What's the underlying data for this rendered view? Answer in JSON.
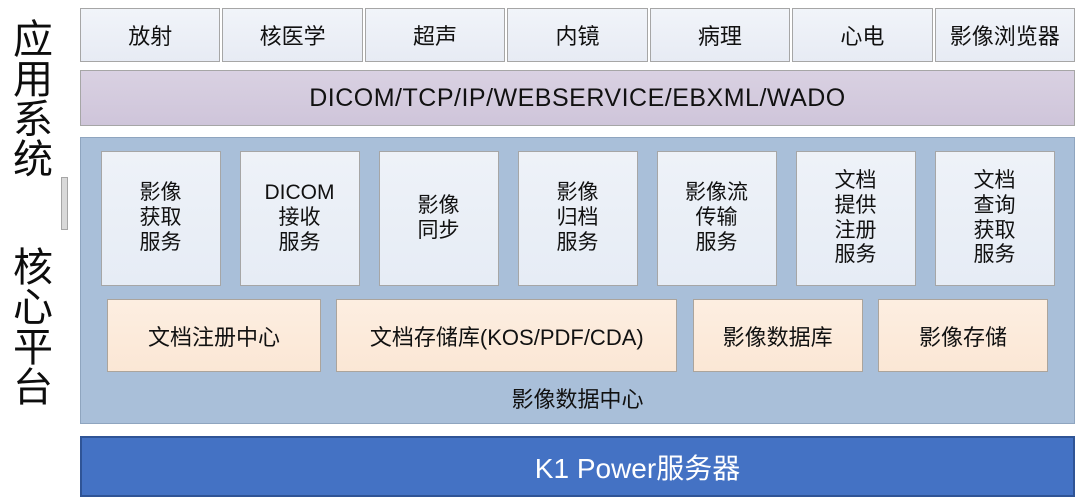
{
  "side_labels": {
    "top": "应用系统",
    "bottom": "核心平台"
  },
  "application_systems": {
    "items": [
      {
        "label": "放射"
      },
      {
        "label": "核医学"
      },
      {
        "label": "超声"
      },
      {
        "label": "内镜"
      },
      {
        "label": "病理"
      },
      {
        "label": "心电"
      },
      {
        "label": "影像浏览器"
      }
    ]
  },
  "protocol_bar": {
    "label": "DICOM/TCP/IP/WEBSERVICE/EBXML/WADO"
  },
  "core_platform": {
    "services": [
      {
        "label": "影像\n获取\n服务"
      },
      {
        "label": "DICOM\n接收\n服务"
      },
      {
        "label": "影像\n同步"
      },
      {
        "label": "影像\n归档\n服务"
      },
      {
        "label": "影像流\n传输\n服务"
      },
      {
        "label": "文档\n提供\n注册\n服务"
      },
      {
        "label": "文档\n查询\n获取\n服务"
      }
    ],
    "data_stores": [
      {
        "label": "文档注册中心"
      },
      {
        "label": "文档存储库(KOS/PDF/CDA)"
      },
      {
        "label": "影像数据库"
      },
      {
        "label": "影像存储"
      }
    ],
    "footer_label": "影像数据中心"
  },
  "server_bar": {
    "label": "K1 Power服务器"
  },
  "colors": {
    "tab_fill": "#e9edf5",
    "protocol_fill": "#d3cadd",
    "platform_fill": "#a9bfd9",
    "service_fill": "#e9eef6",
    "store_fill": "#fcead9",
    "server_fill": "#4472c4",
    "server_border": "#2f5496",
    "border_gray": "#a6a6a6"
  }
}
